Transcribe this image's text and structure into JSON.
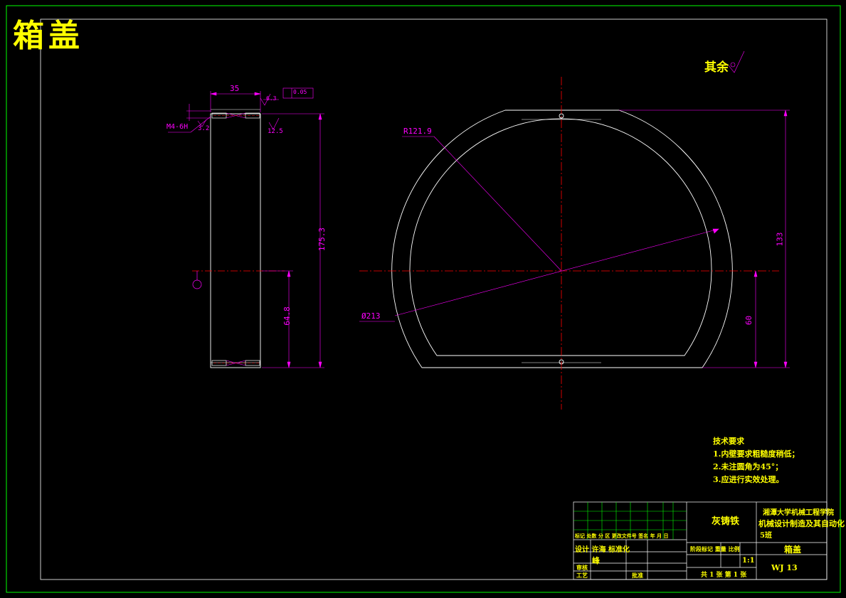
{
  "title": "箱盖",
  "roughness_note": {
    "label": "其余"
  },
  "colors": {
    "background": "#000000",
    "frame": "#00ff00",
    "outline": "#ffffff",
    "center": "#ff0000",
    "dimension": "#ff00ff",
    "text": "#ffff00"
  },
  "dimensions": {
    "width_35": "35",
    "height_175": "175.3",
    "height_64": "64.8",
    "thread": "M4-6H",
    "roughness_32_a": "3.2",
    "roughness_32_b": "12.5",
    "tol_box": "0.05",
    "radius": "R121.9",
    "diameter": "Ø213",
    "height_133": "133",
    "height_60": "60",
    "ruler_1": "6.3"
  },
  "tech_req": {
    "heading": "技术要求",
    "items": [
      "1.内壁要求粗糙度稍低；",
      "2.未注圆角为45°；",
      "3.应进行实效处理。"
    ]
  },
  "title_block": {
    "material": "灰铸铁",
    "org_line1": "湘潭大学机械工程学院",
    "org_line2": "机械设计制造及其自动化",
    "class": "5班",
    "part_name": "箱盖",
    "drawing_no": "WJ 13",
    "scale": "1:1",
    "sheets": "共 1 张 第 1 张",
    "header_cols": "标记 处数 分 区 更改文件号 签名 年 月 日",
    "designer_row": "设计 许海 标准化",
    "stage_cols": "阶段标记 重量 比例",
    "reviewer": "审核",
    "process": "工艺",
    "approve": "批准",
    "designer_name2": "峰"
  }
}
